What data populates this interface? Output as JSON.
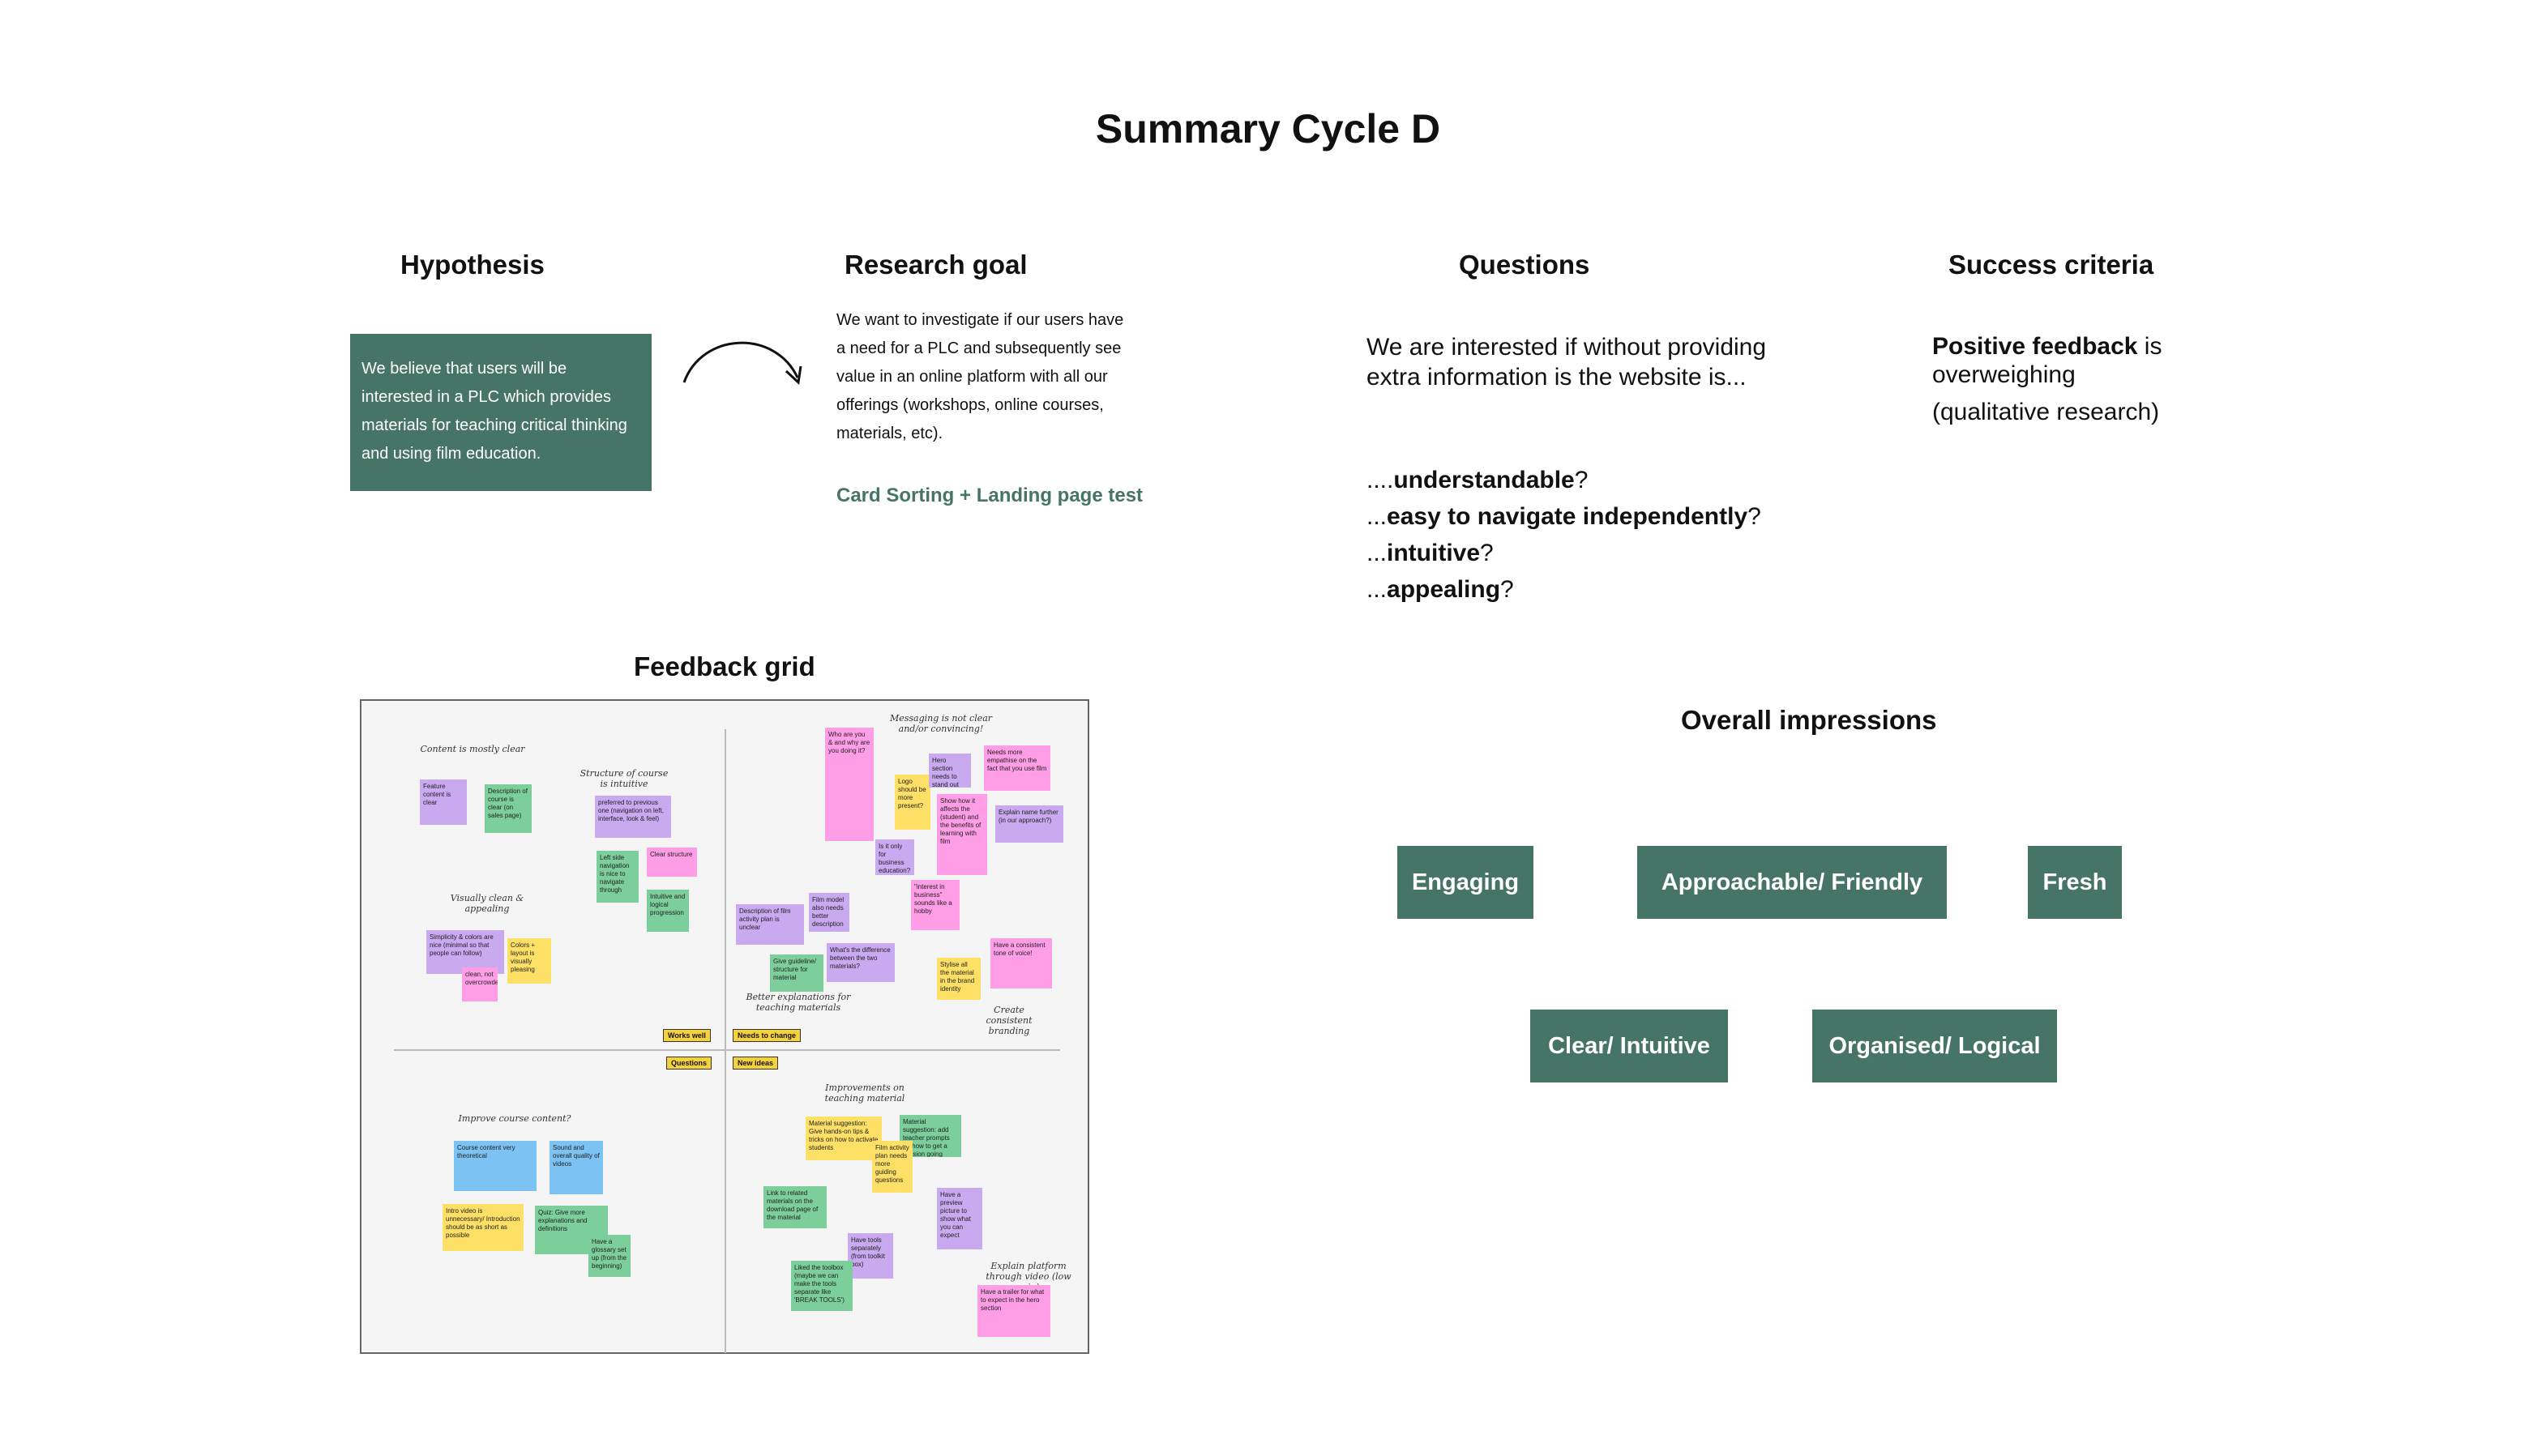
{
  "title": "Summary Cycle D",
  "hypothesis": {
    "heading": "Hypothesis",
    "text": "We believe that users will be interested in a PLC which provides materials for teaching critical thinking and using film education."
  },
  "research_goal": {
    "heading": "Research goal",
    "text": "We want to investigate if our users have a need for a PLC and subsequently see value in an online platform with all our offerings (workshops, online courses, materials, etc).",
    "method": "Card Sorting + Landing page test"
  },
  "questions": {
    "heading": "Questions",
    "intro": "We are interested if without providing extra information is the website is...",
    "items": [
      {
        "prefix": "....",
        "bold": "understandable",
        "suffix": "?"
      },
      {
        "prefix": "...",
        "bold": "easy to navigate independently",
        "suffix": "?"
      },
      {
        "prefix": "...",
        "bold": "intuitive",
        "suffix": "?"
      },
      {
        "prefix": "...",
        "bold": "appealing",
        "suffix": "?"
      }
    ]
  },
  "success_criteria": {
    "heading": "Success criteria",
    "bold": "Positive feedback",
    "rest": " is overweighing",
    "sub": "(qualitative research)"
  },
  "feedback_grid": {
    "heading": "Feedback grid",
    "quadrant_tags": [
      "Works well",
      "Needs to change",
      "Questions",
      "New ideas"
    ],
    "cluster_labels": [
      "Content is mostly clear",
      "Structure of course is intuitive",
      "Visually clean & appealing",
      "Messaging is not clear and/or convincing!",
      "Better explanations for teaching materials",
      "Create consistent branding",
      "Improve course content?",
      "Improvements on teaching material",
      "Explain platform through video (low prio)"
    ],
    "notes": [
      "Feature content is clear",
      "Description of course is clear (on sales page)",
      "preferred to previous one (navigation on left, interface, look & feel)",
      "Left side navigation is nice to navigate through",
      "Clear structure",
      "Intuitive and logical progression",
      "Simplicity & colors are nice (minimal so that people can follow)",
      "Colors + layout is visually pleasing",
      "clean, not overcrowded",
      "Who are you & and why are you doing it?",
      "Logo should be more present?",
      "Hero section needs to stand out",
      "Needs more empathise on the fact that you use film",
      "Show how it affects the (student) and the benefits of learning with film",
      "Explain name further (in our approach?)",
      "Is it only for business education?",
      "\"interest in business\" sounds like a hobby",
      "Film model also needs better description",
      "Description of film activity plan is unclear",
      "What's the difference between the two materials?",
      "Give guideline/ structure for material",
      "Stylise all the material in the brand identity",
      "Have a consistent tone of voice!",
      "Course content very theoretical",
      "Sound and overall quality of videos",
      "Intro video is unnecessary/ Introduction should be as short as possible",
      "Quiz: Give more explanations and definitions",
      "Have a glossary set up (from the beginning)",
      "Material suggestion: Give hands-on tips & tricks on how to activate students",
      "Material suggestion: add teacher prompts on how to get a session going",
      "Film activity plan needs more guiding questions",
      "Link to related materials on the download page of the material",
      "Have tools separately (from toolkit box)",
      "Have a preview picture to show what you can expect",
      "Liked the toolbox (maybe we can make the tools separate like 'BREAK TOOLS')",
      "Have a trailer for what to expect in the hero section"
    ]
  },
  "overall_impressions": {
    "heading": "Overall impressions",
    "items": [
      "Engaging",
      "Approachable/ Friendly",
      "Fresh",
      "Clear/ Intuitive",
      "Organised/ Logical"
    ]
  },
  "colors": {
    "accent": "#467466",
    "text": "#111111",
    "background": "#ffffff"
  }
}
